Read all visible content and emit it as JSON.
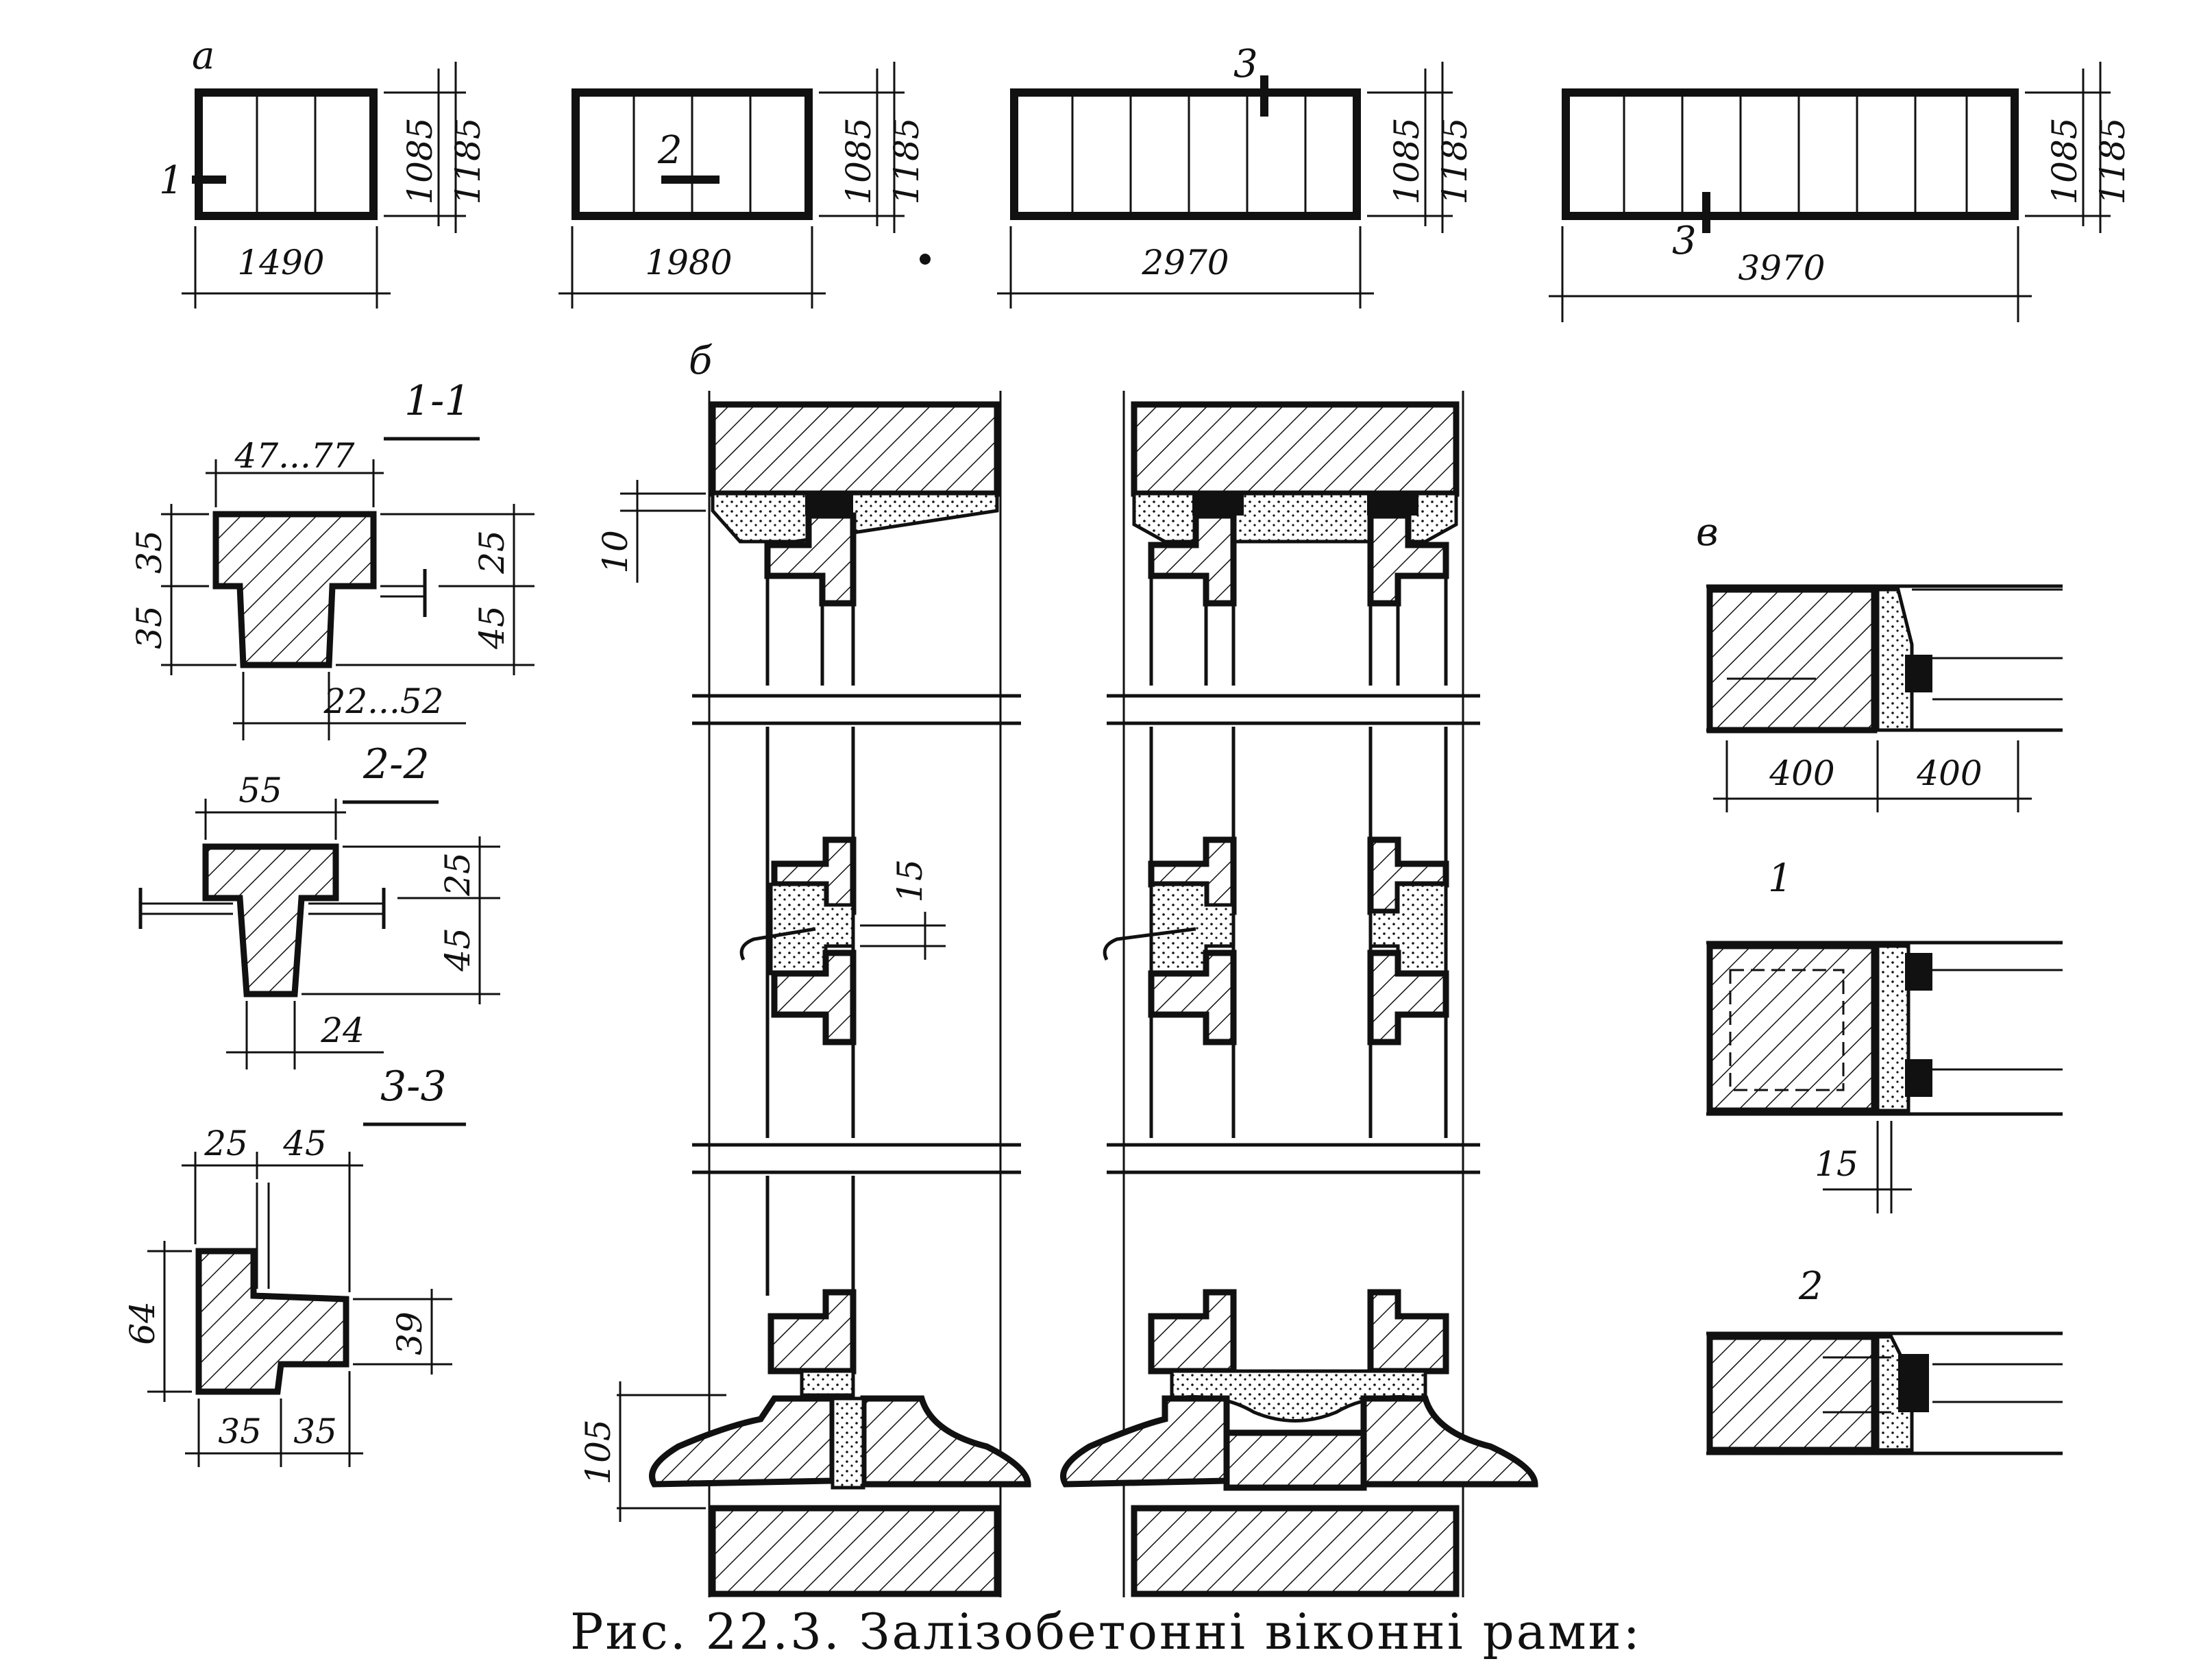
{
  "figure": {
    "caption": "Рис. 22.3. Залізобетонні віконні рами:"
  },
  "labels": {
    "a": "а",
    "b": "б",
    "v": "в",
    "s1": "1",
    "s2": "2",
    "s3": "3",
    "s3b": "3",
    "v1": "1",
    "v2": "2"
  },
  "frames": [
    {
      "width": "1490",
      "h1": "1085",
      "h2": "1185"
    },
    {
      "width": "1980",
      "h1": "1085",
      "h2": "1185"
    },
    {
      "width": "2970",
      "h1": "1085",
      "h2": "1185"
    },
    {
      "width": "3970",
      "h1": "1085",
      "h2": "1185"
    }
  ],
  "sections": {
    "s11": {
      "title": "1-1",
      "top": "47...77",
      "l1": "35",
      "l2": "35",
      "r1": "25",
      "r2": "45",
      "bottom": "22...52"
    },
    "s22": {
      "title": "2-2",
      "top": "55",
      "r1": "25",
      "r2": "45",
      "bottom": "24"
    },
    "s33": {
      "title": "3-3",
      "top1": "25",
      "top2": "45",
      "left": "64",
      "right": "39",
      "b1": "35",
      "b2": "35"
    }
  },
  "detail_b": {
    "d10": "10",
    "d15": "15",
    "d105": "105"
  },
  "detail_v": {
    "w1": "400",
    "w2": "400",
    "d15": "15"
  }
}
